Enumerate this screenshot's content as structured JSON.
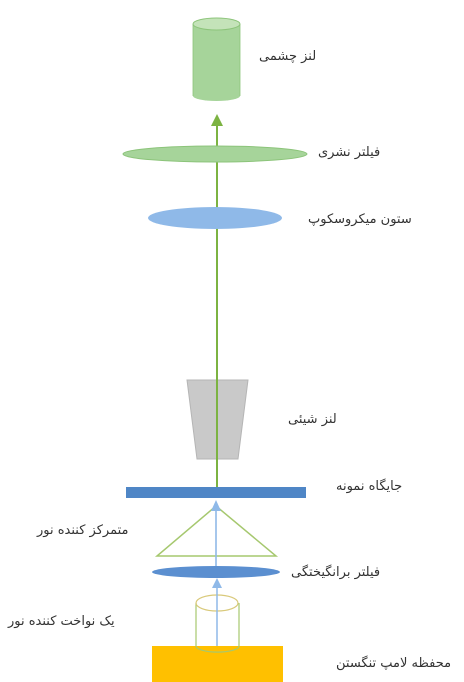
{
  "colors": {
    "green_light": "#a6d49a",
    "green_mid": "#8cc47a",
    "green_dark": "#6aab57",
    "arrow_green": "#7cb342",
    "arrow_blue": "#8ab4e8",
    "blue_light": "#8fb9e8",
    "blue_stage": "#4f86c6",
    "blue_filter": "#5b8fd0",
    "gray_lens": "#c9c9c9",
    "gray_lens_dark": "#a9a9a9",
    "orange": "#ffc000",
    "text": "#333333"
  },
  "labels": {
    "eyepiece": "لنز چشمی",
    "emission_filter": "فیلتر نشری",
    "microscope_column": "ستون میکروسکوپ",
    "objective_lens": "لنز شیئی",
    "specimen_stage": "جایگاه نمونه",
    "condenser": "متمرکز کننده نور",
    "excitation_filter": "فیلتر برانگیختگی",
    "light_source": "یک نواخت کننده نور",
    "lamp_housing": "محفظه لامپ تنگستن"
  }
}
